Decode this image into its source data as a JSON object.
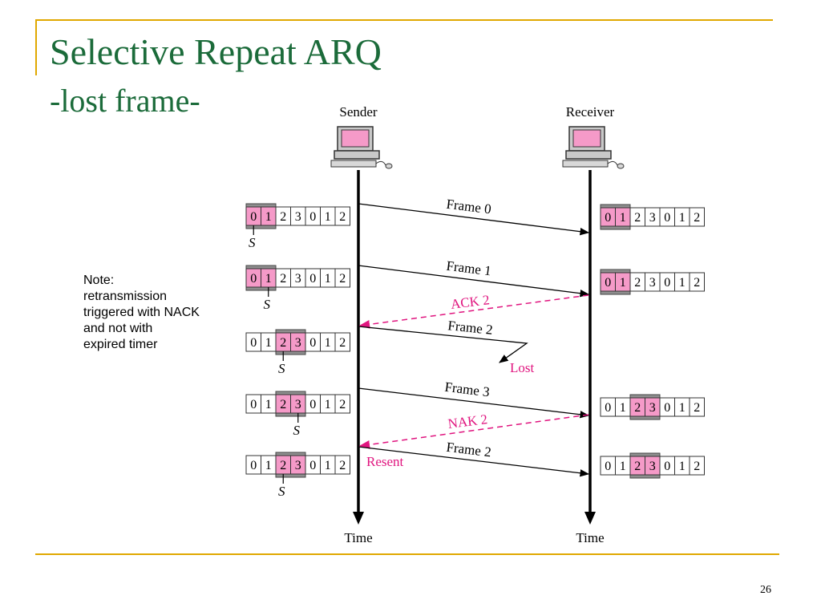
{
  "slide": {
    "title": "Selective Repeat ARQ",
    "subtitle": "-lost frame-",
    "page_number": "26",
    "colors": {
      "heading": "#1b6b3a",
      "accent_rule": "#e0a800",
      "control": "#e0157f",
      "window": "#f59ac8"
    }
  },
  "note": {
    "lines": [
      "Note:",
      "retransmission",
      "triggered with NACK",
      "and not with",
      "expired timer"
    ]
  },
  "diagram": {
    "sender": {
      "label": "Sender",
      "time_label": "Time",
      "icon": "computer-icon"
    },
    "receiver": {
      "label": "Receiver",
      "time_label": "Time",
      "icon": "computer-icon"
    },
    "sequence_digits": [
      "0",
      "1",
      "2",
      "3",
      "0",
      "1",
      "2"
    ],
    "pointer_label": "S",
    "messages": [
      {
        "label": "Frame 0",
        "direction": "to-receiver"
      },
      {
        "label": "Frame 1",
        "direction": "to-receiver"
      },
      {
        "label": "ACK 2",
        "direction": "to-sender"
      },
      {
        "label": "Frame 2",
        "direction": "to-receiver",
        "status": "Lost"
      },
      {
        "label": "Frame 3",
        "direction": "to-receiver"
      },
      {
        "label": "NAK 2",
        "direction": "to-sender"
      },
      {
        "label": "Frame 2",
        "direction": "to-receiver",
        "status": "Resent"
      }
    ],
    "sender_windows": [
      {
        "window": [
          0,
          1
        ],
        "pointer": 0
      },
      {
        "window": [
          0,
          1
        ],
        "pointer": 1
      },
      {
        "window": [
          2,
          3
        ],
        "pointer": 2
      },
      {
        "window": [
          2,
          3
        ],
        "pointer": 3
      },
      {
        "window": [
          2,
          3
        ],
        "pointer": 2
      }
    ],
    "receiver_windows": [
      {
        "window": [
          0,
          1
        ]
      },
      {
        "window": [
          0,
          1
        ]
      },
      {
        "window": [
          2,
          3
        ]
      },
      {
        "window": [
          2,
          3
        ]
      }
    ]
  }
}
